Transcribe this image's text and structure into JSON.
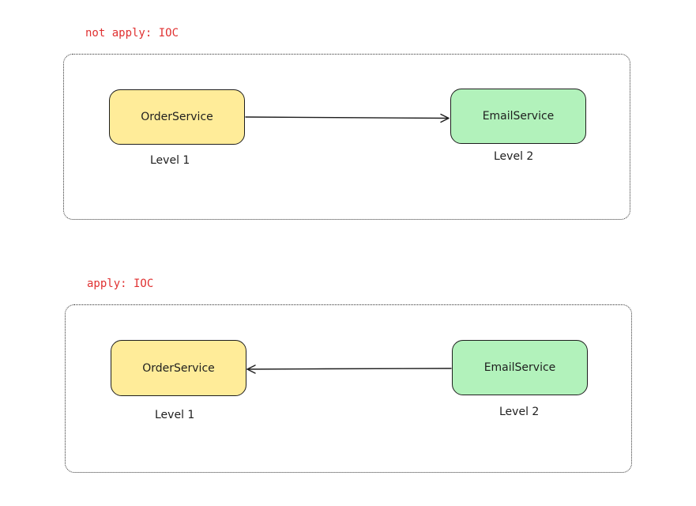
{
  "colors": {
    "label_red": "#e03131",
    "order_fill": "#ffec99",
    "email_fill": "#b2f2bb",
    "stroke": "#1e1e1e"
  },
  "diagrams": [
    {
      "label": "not apply: IOC",
      "left_node": "OrderService",
      "left_level": "Level 1",
      "right_node": "EmailService",
      "right_level": "Level 2",
      "arrow_direction": "left-to-right"
    },
    {
      "label": "apply: IOC",
      "left_node": "OrderService",
      "left_level": "Level 1",
      "right_node": "EmailService",
      "right_level": "Level 2",
      "arrow_direction": "right-to-left"
    }
  ]
}
